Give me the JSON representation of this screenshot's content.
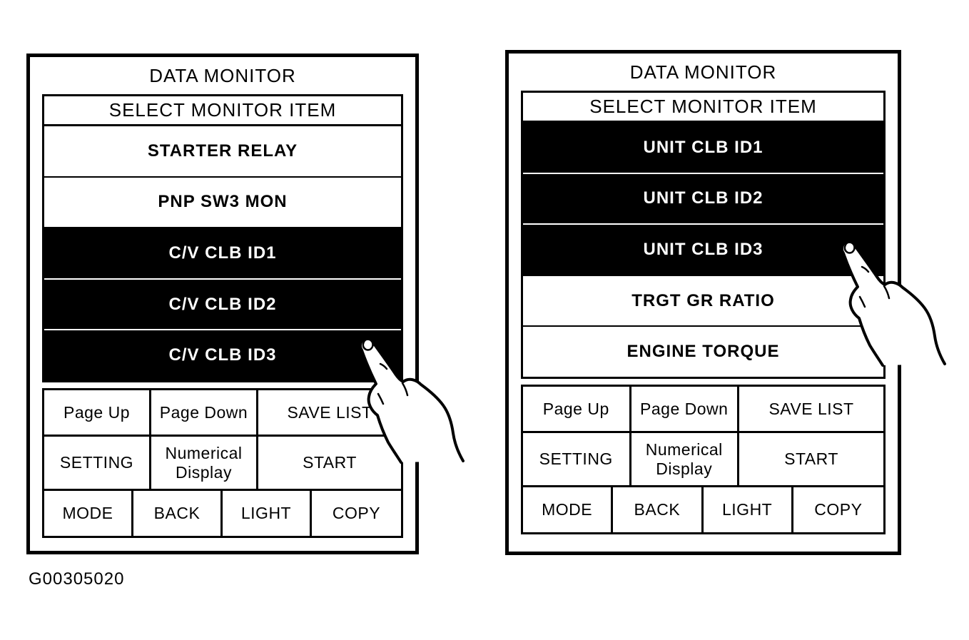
{
  "caption": "G00305020",
  "colors": {
    "ink": "#000000",
    "paper": "#ffffff",
    "selected_row_bg": "#000000",
    "selected_row_text": "#ffffff"
  },
  "screens": [
    {
      "title": "DATA MONITOR",
      "list_header": "SELECT MONITOR ITEM",
      "items": [
        {
          "label": "STARTER RELAY",
          "selected": false
        },
        {
          "label": "PNP SW3 MON",
          "selected": false
        },
        {
          "label": "C/V CLB ID1",
          "selected": true
        },
        {
          "label": "C/V CLB ID2",
          "selected": true
        },
        {
          "label": "C/V CLB ID3",
          "selected": true
        }
      ],
      "buttons": {
        "page_up": "Page Up",
        "page_down": "Page Down",
        "save_list": "SAVE LIST",
        "setting": "SETTING",
        "numerical_display": "Numerical Display",
        "start": "START",
        "mode": "MODE",
        "back": "BACK",
        "light": "LIGHT",
        "copy": "COPY"
      },
      "pointer": {
        "pointing_at": "C/V CLB ID3"
      }
    },
    {
      "title": "DATA MONITOR",
      "list_header": "SELECT MONITOR ITEM",
      "items": [
        {
          "label": "UNIT CLB ID1",
          "selected": true
        },
        {
          "label": "UNIT CLB ID2",
          "selected": true
        },
        {
          "label": "UNIT CLB ID3",
          "selected": true
        },
        {
          "label": "TRGT GR RATIO",
          "selected": false
        },
        {
          "label": "ENGINE TORQUE",
          "selected": false
        }
      ],
      "buttons": {
        "page_up": "Page Up",
        "page_down": "Page Down",
        "save_list": "SAVE LIST",
        "setting": "SETTING",
        "numerical_display": "Numerical Display",
        "start": "START",
        "mode": "MODE",
        "back": "BACK",
        "light": "LIGHT",
        "copy": "COPY"
      },
      "pointer": {
        "pointing_at": "UNIT CLB ID3"
      }
    }
  ]
}
